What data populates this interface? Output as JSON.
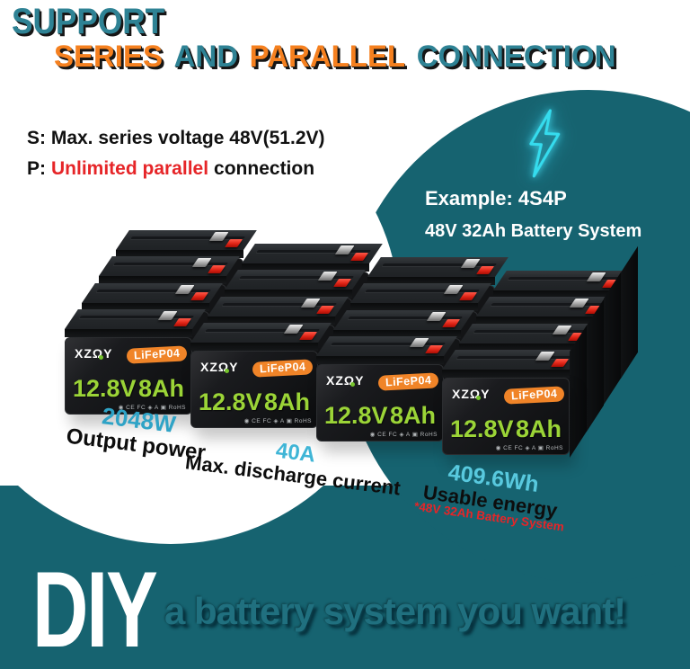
{
  "colors": {
    "teal_background": "#166370",
    "header_teal": "#2E8294",
    "header_orange": "#F5801F",
    "highlight_red": "#E62528",
    "stat_cyan": "#3FB5D6",
    "battery_green": "#9BD437",
    "badge_orange": "#F08428",
    "bolt_cyan": "#35DCEE",
    "tagline_teal": "#20707F"
  },
  "header": {
    "line1": "SUPPORT",
    "series": "SERIES",
    "and": "AND",
    "parallel": "PARALLEL",
    "connection": "CONNECTION"
  },
  "specs": {
    "series_line": "S: Max. series voltage 48V(51.2V)",
    "parallel_prefix": "P:",
    "parallel_highlight": "Unlimited parallel",
    "parallel_rest": "connection"
  },
  "example": {
    "line1": "Example: 4S4P",
    "line2": "48V 32Ah Battery System"
  },
  "battery": {
    "brand_left": "XZ",
    "brand_mid": "Ω",
    "brand_right": "Y",
    "chemistry": "LiFeP04",
    "voltage": "12.8V",
    "capacity": "8Ah",
    "certs": "◉ CE FC ◈ A ▣ RoHS",
    "rows": 4,
    "cols": 4
  },
  "stats": [
    {
      "value": "2048W",
      "label": "Output power"
    },
    {
      "value": "40A",
      "label": "Max. discharge current"
    },
    {
      "value": "409.6Wh",
      "label": "Usable energy"
    }
  ],
  "footnote": "*48V 32Ah Battery System",
  "footer": {
    "diy": "DIY",
    "tagline": "a battery system you want!"
  }
}
